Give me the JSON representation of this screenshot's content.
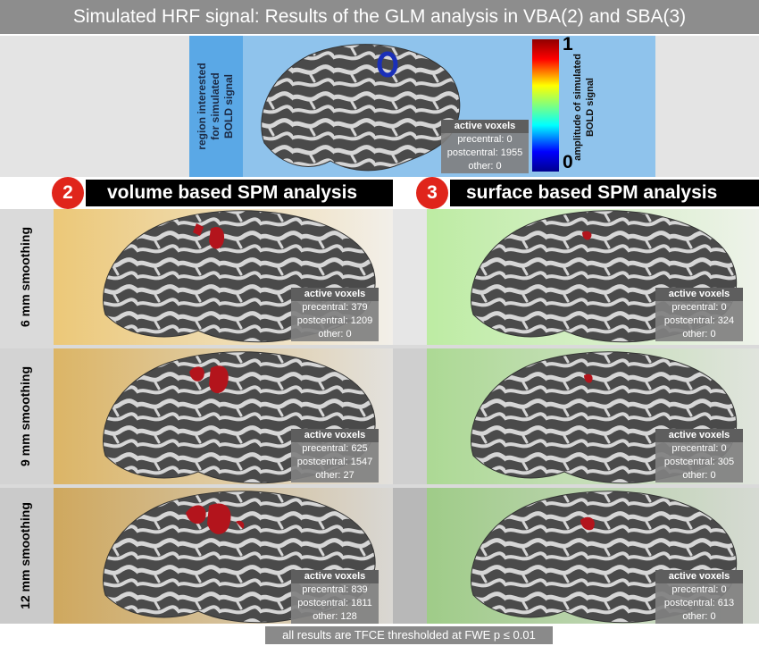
{
  "title": "Simulated HRF signal: Results of the GLM analysis in VBA(2) and SBA(3)",
  "top": {
    "region_label_lines": [
      "region interested",
      "for simulated",
      "BOLD signal"
    ],
    "colorbar": {
      "max": "1",
      "min": "0",
      "label_lines": [
        "amplitude of simulated",
        "BOLD signal"
      ]
    },
    "legend": {
      "header": "active voxels",
      "precentral": "precentral: 0",
      "postcentral": "postcentral: 1955",
      "other": "other: 0"
    }
  },
  "panel2": {
    "badge": "2",
    "title": "volume based SPM analysis"
  },
  "panel3": {
    "badge": "3",
    "title": "surface based SPM analysis"
  },
  "rows": [
    {
      "label": "6 mm smoothing",
      "vba": {
        "header": "active voxels",
        "precentral": "precentral: 379",
        "postcentral": "postcentral: 1209",
        "other": "other: 0"
      },
      "sba": {
        "header": "active voxels",
        "precentral": "precentral: 0",
        "postcentral": "postcentral: 324",
        "other": "other: 0"
      }
    },
    {
      "label": "9 mm smoothing",
      "vba": {
        "header": "active voxels",
        "precentral": "precentral: 625",
        "postcentral": "postcentral: 1547",
        "other": "other: 27"
      },
      "sba": {
        "header": "active voxels",
        "precentral": "precentral: 0",
        "postcentral": "postcentral: 305",
        "other": "other: 0"
      }
    },
    {
      "label": "12 mm smoothing",
      "vba": {
        "header": "active voxels",
        "precentral": "precentral: 839",
        "postcentral": "postcentral: 1811",
        "other": "other: 128"
      },
      "sba": {
        "header": "active voxels",
        "precentral": "precentral: 0",
        "postcentral": "postcentral: 613",
        "other": "other: 0"
      }
    }
  ],
  "footer": "all results are TFCE thresholded at FWE p ≤ 0.01",
  "colors": {
    "vba_panel": "#e8c26a",
    "sba_panel": "#b9ea9c",
    "activation": "#b3141c",
    "roi": "#1a2fb8",
    "badge": "#e0251b"
  }
}
